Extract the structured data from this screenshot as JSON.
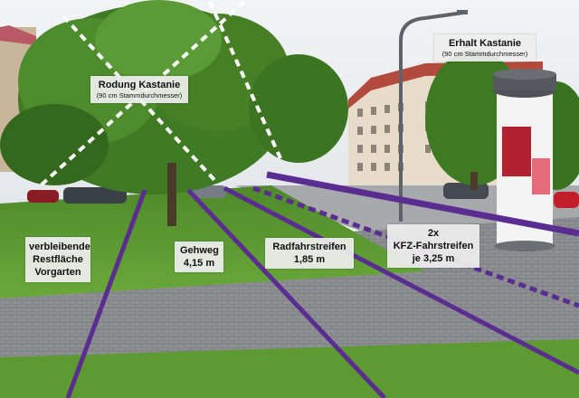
{
  "labels": {
    "rodung": {
      "title": "Rodung Kastanie",
      "sub": "(90 cm Stammdurchmesser)"
    },
    "erhalt": {
      "title": "Erhalt Kastanie",
      "sub": "(90 cm Stammdurchmesser)"
    },
    "vorgarten": {
      "line1": "verbleibende",
      "line2": "Restfläche",
      "line3": "Vorgarten"
    },
    "gehweg": {
      "line1": "Gehweg",
      "line2": "4,15 m"
    },
    "radfahr": {
      "line1": "Radfahrstreifen",
      "line2": "1,85 m"
    },
    "kfz": {
      "line1": "2x",
      "line2": "KFZ-Fahrstreifen",
      "line3": "je 3,25 m"
    }
  },
  "colors": {
    "plan_line": "#5b2d91",
    "cross_mark": "#ffffff",
    "label_bg": "#eeeeee"
  },
  "icons": {
    "removal_mark": "dashed-x-mark-icon"
  }
}
